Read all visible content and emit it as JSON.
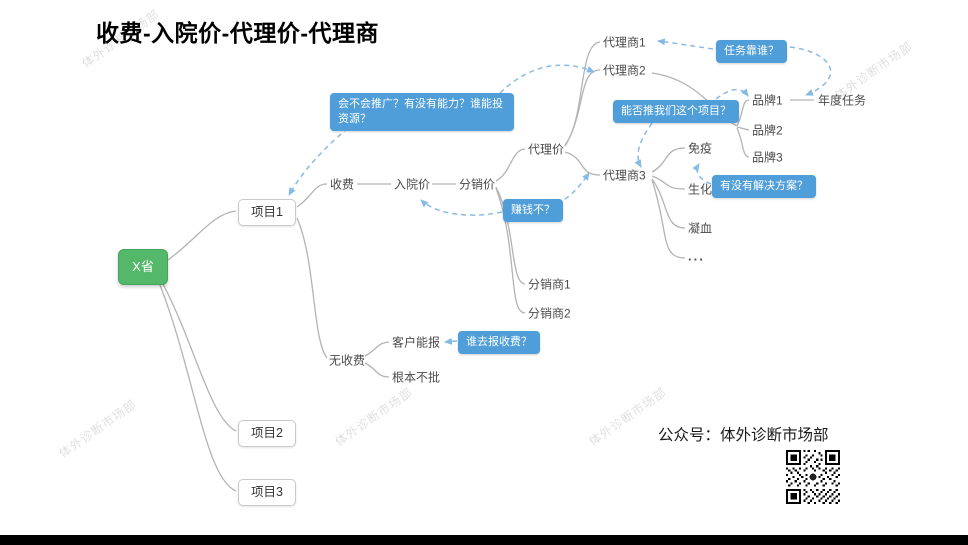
{
  "title": "收费-入院价-代理价-代理商",
  "watermark": "体外诊断市场部",
  "root": {
    "label": "X省"
  },
  "projects": {
    "p1": "项目1",
    "p2": "项目2",
    "p3": "项目3"
  },
  "branch_fee": {
    "shoufei": "收费",
    "ruyuanjia": "入院价",
    "fenxiaojia": "分销价",
    "dailijia": "代理价",
    "daili1": "代理商1",
    "daili2": "代理商2",
    "daili3": "代理商3",
    "brand1": "品牌1",
    "brand2": "品牌2",
    "brand3": "品牌3",
    "annual_task": "年度任务",
    "mianyi": "免疫",
    "shenghua": "生化",
    "ningxue": "凝血",
    "more": "...",
    "fenxiao1": "分销商1",
    "fenxiao2": "分销商2"
  },
  "branch_nofee": {
    "wushoufei": "无收费",
    "kehu": "客户能报",
    "genben": "根本不批"
  },
  "callouts": {
    "promote": "会不会推广？有没有能力？谁能投资源？",
    "task_who": "任务靠谁？",
    "push_project": "能否推我们这个项目？",
    "solution": "有没有解决方案？",
    "earn": "赚钱不？",
    "report_fee": "谁去报收费？"
  },
  "footer": {
    "public_account": "公众号：体外诊断市场部"
  },
  "colors": {
    "root_green": "#53b86a",
    "callout_blue": "#4f9ed9",
    "line_gray": "#b3b3b3",
    "dash_blue": "#85bbe6"
  }
}
